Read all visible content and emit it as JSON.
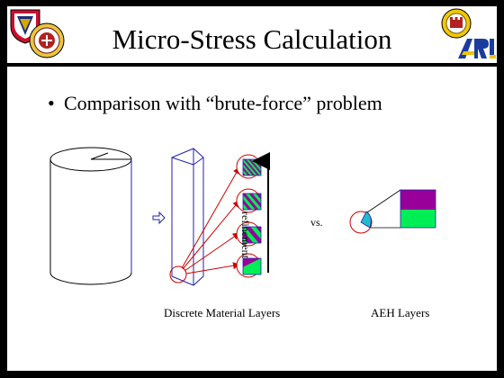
{
  "slide": {
    "title": "Micro-Stress Calculation",
    "bullet_symbol": "•",
    "bullet": "Comparison with “brute-force” problem"
  },
  "diagram": {
    "refinement_label": "refinement",
    "vs_label": "vs.",
    "left_caption": "Discrete Material Layers",
    "right_caption": "AEH Layers"
  },
  "logos": {
    "left": [
      "shield-emblem",
      "round-seal"
    ],
    "right": [
      "engineer-castle-seal",
      "arl-logo"
    ],
    "arl_text": "ARL"
  },
  "colors": {
    "layer_purple": "#990099",
    "layer_green": "#00ee55",
    "outline_blue": "#2222aa",
    "arrow_red": "#cc0000",
    "arl_blue": "#1a3c9c",
    "arl_yellow": "#f2c200"
  }
}
